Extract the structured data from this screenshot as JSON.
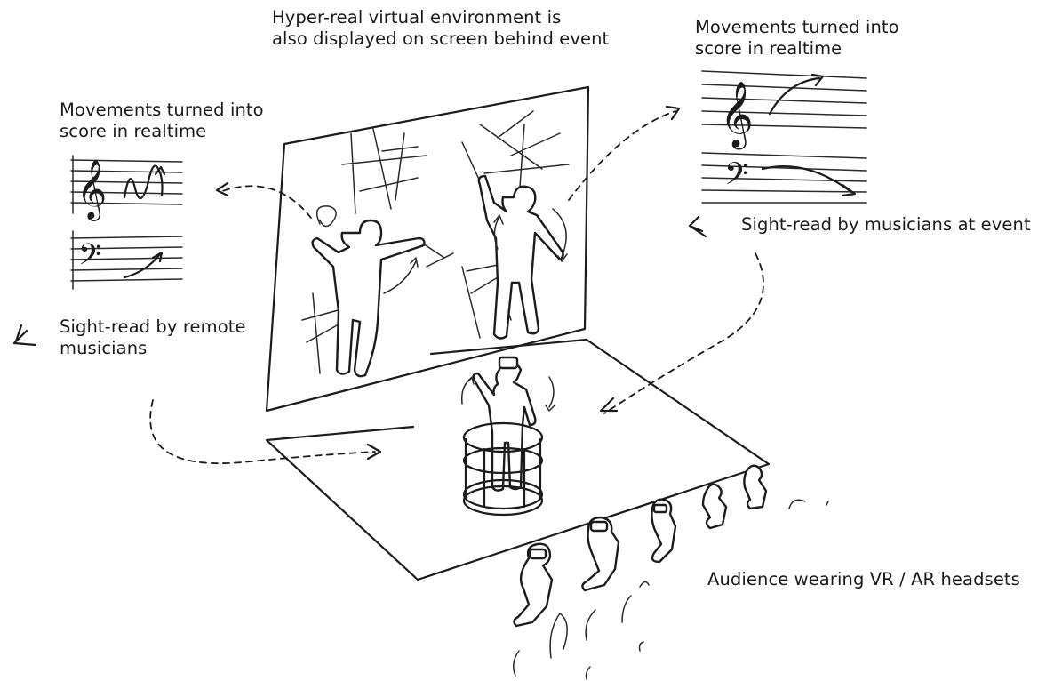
{
  "labels": {
    "screen_caption": {
      "line1": "Hyper-real virtual environment is",
      "line2": "also displayed on screen behind event"
    },
    "score_left_caption": {
      "line1": "Movements turned into",
      "line2": "score in realtime"
    },
    "score_right_caption": {
      "line1": "Movements turned into",
      "line2": "score in realtime"
    },
    "sightread_event": "Sight-read by musicians at event",
    "sightread_remote": {
      "line1": "Sight-read by remote",
      "line2": "musicians"
    },
    "audience": "Audience wearing VR / AR headsets"
  },
  "glyphs": {
    "treble_clef": "𝄞",
    "bass_clef": "𝄢"
  }
}
